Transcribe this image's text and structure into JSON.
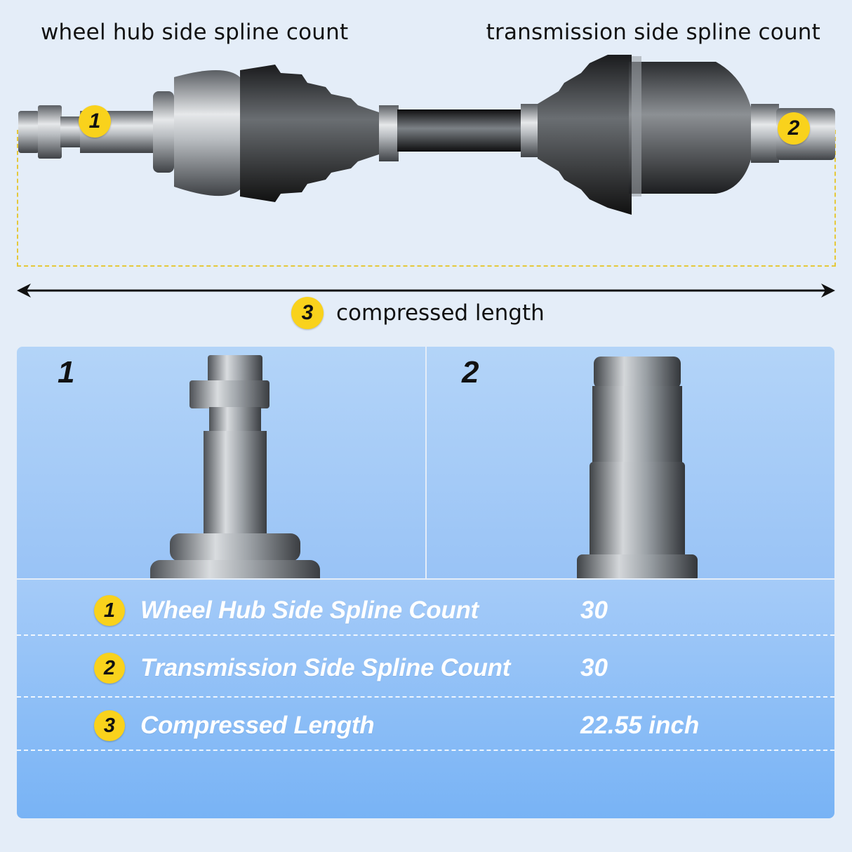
{
  "labels": {
    "wheel_hub_side": "wheel hub side spline count",
    "transmission_side": "transmission side spline count",
    "compressed_length": "compressed length"
  },
  "badges": {
    "one": "1",
    "two": "2",
    "three": "3"
  },
  "panels": {
    "left_number": "1",
    "right_number": "2"
  },
  "specs": [
    {
      "index": "1",
      "name": "Wheel Hub Side Spline Count",
      "value": "30"
    },
    {
      "index": "2",
      "name": "Transmission Side Spline Count",
      "value": "30"
    },
    {
      "index": "3",
      "name": "Compressed Length",
      "value": "22.55 inch"
    }
  ],
  "colors": {
    "badge_yellow": "#f9d21c",
    "background": "#e4edf8",
    "table_blue": "#78b3f5",
    "dashed_outline": "#e5c83a"
  }
}
